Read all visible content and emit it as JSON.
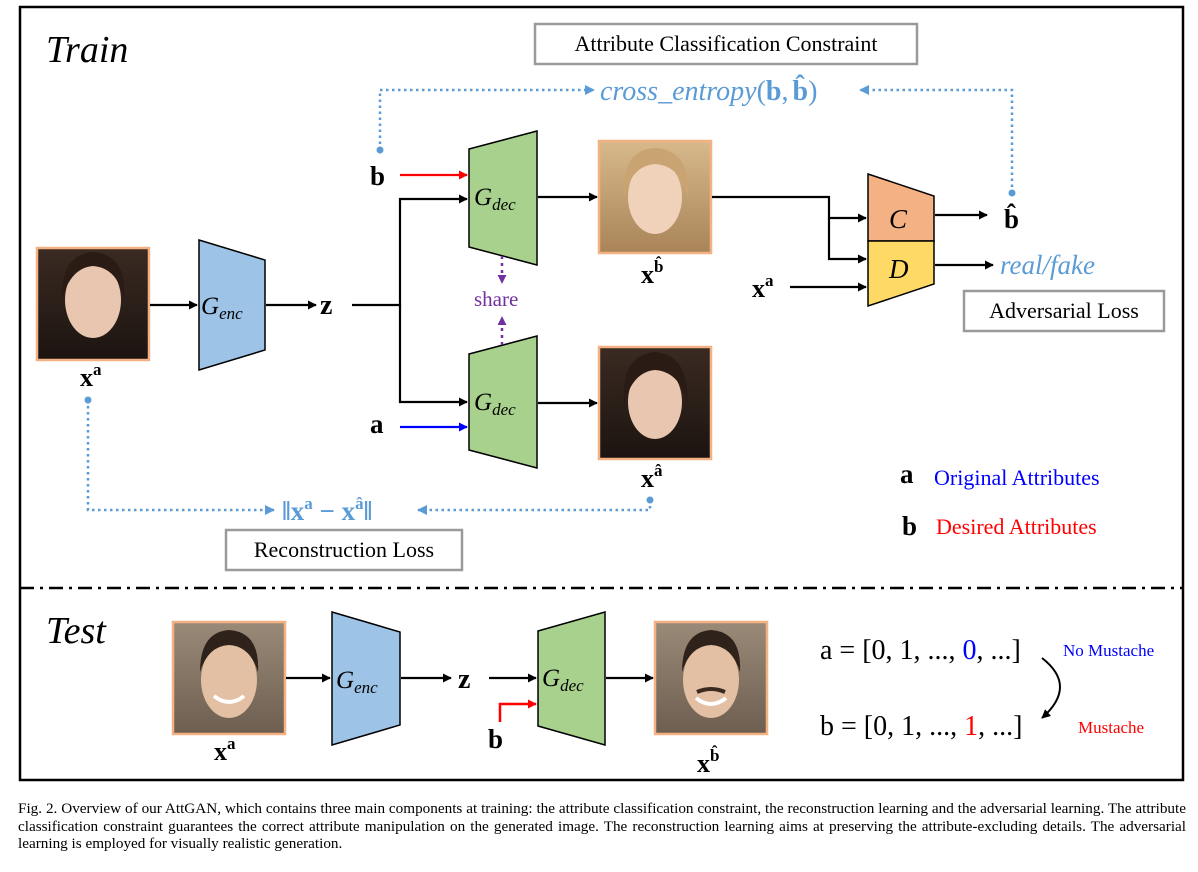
{
  "sections": {
    "train": "Train",
    "test": "Test"
  },
  "boxes": {
    "attr_constraint": "Attribute Classification Constraint",
    "adv_loss": "Adversarial Loss",
    "recon_loss": "Reconstruction Loss"
  },
  "formulas": {
    "cross_entropy_fn": "cross_entropy",
    "cross_entropy_open": "(",
    "cross_entropy_b": "b",
    "cross_entropy_comma": ",",
    "cross_entropy_bhat": "b̂",
    "cross_entropy_close": ")",
    "real_fake": "real/fake",
    "recon_left": "‖x",
    "recon_sup_a": "a",
    "recon_minus": " − x",
    "recon_sup_ahat": "â",
    "recon_right": "‖"
  },
  "nodes": {
    "g_enc": "G",
    "g_enc_sub": "enc",
    "g_dec": "G",
    "g_dec_sub": "dec",
    "classifier": "C",
    "discriminator": "D",
    "share": "share",
    "z": "z",
    "a": "a",
    "b": "b",
    "b_hat": "b̂",
    "x": "x",
    "sup_a": "a",
    "sup_b": "b̂",
    "sup_ahat": "â"
  },
  "legend": {
    "a_letter": "a",
    "a_text": "Original Attributes",
    "b_letter": "b",
    "b_text": "Desired Attributes"
  },
  "test": {
    "a_prefix": "a = [0, 1, ..., ",
    "a_value": "0",
    "b_prefix": "b = [0, 1, ..., ",
    "b_value": "1",
    "vec_suffix": ", ...]",
    "no_mustache": "No Mustache",
    "mustache": "Mustache"
  },
  "colors": {
    "accent_blue": "#5b9bd5",
    "encoder_fill": "#9dc3e6",
    "decoder_fill": "#a9d18e",
    "classifier_fill": "#f4b183",
    "discriminator_fill": "#ffd966",
    "image_border": "#f4b183",
    "share_purple": "#7030a0",
    "red": "#ff0000",
    "blue": "#0000ff"
  },
  "caption": "Fig. 2.  Overview of our AttGAN, which contains three main components at training: the attribute classification constraint, the reconstruction learning and the adversarial learning. The attribute classification constraint guarantees the correct attribute manipulation on the generated image. The reconstruction learning aims at preserving the attribute-excluding details. The adversarial learning is employed for visually realistic generation."
}
